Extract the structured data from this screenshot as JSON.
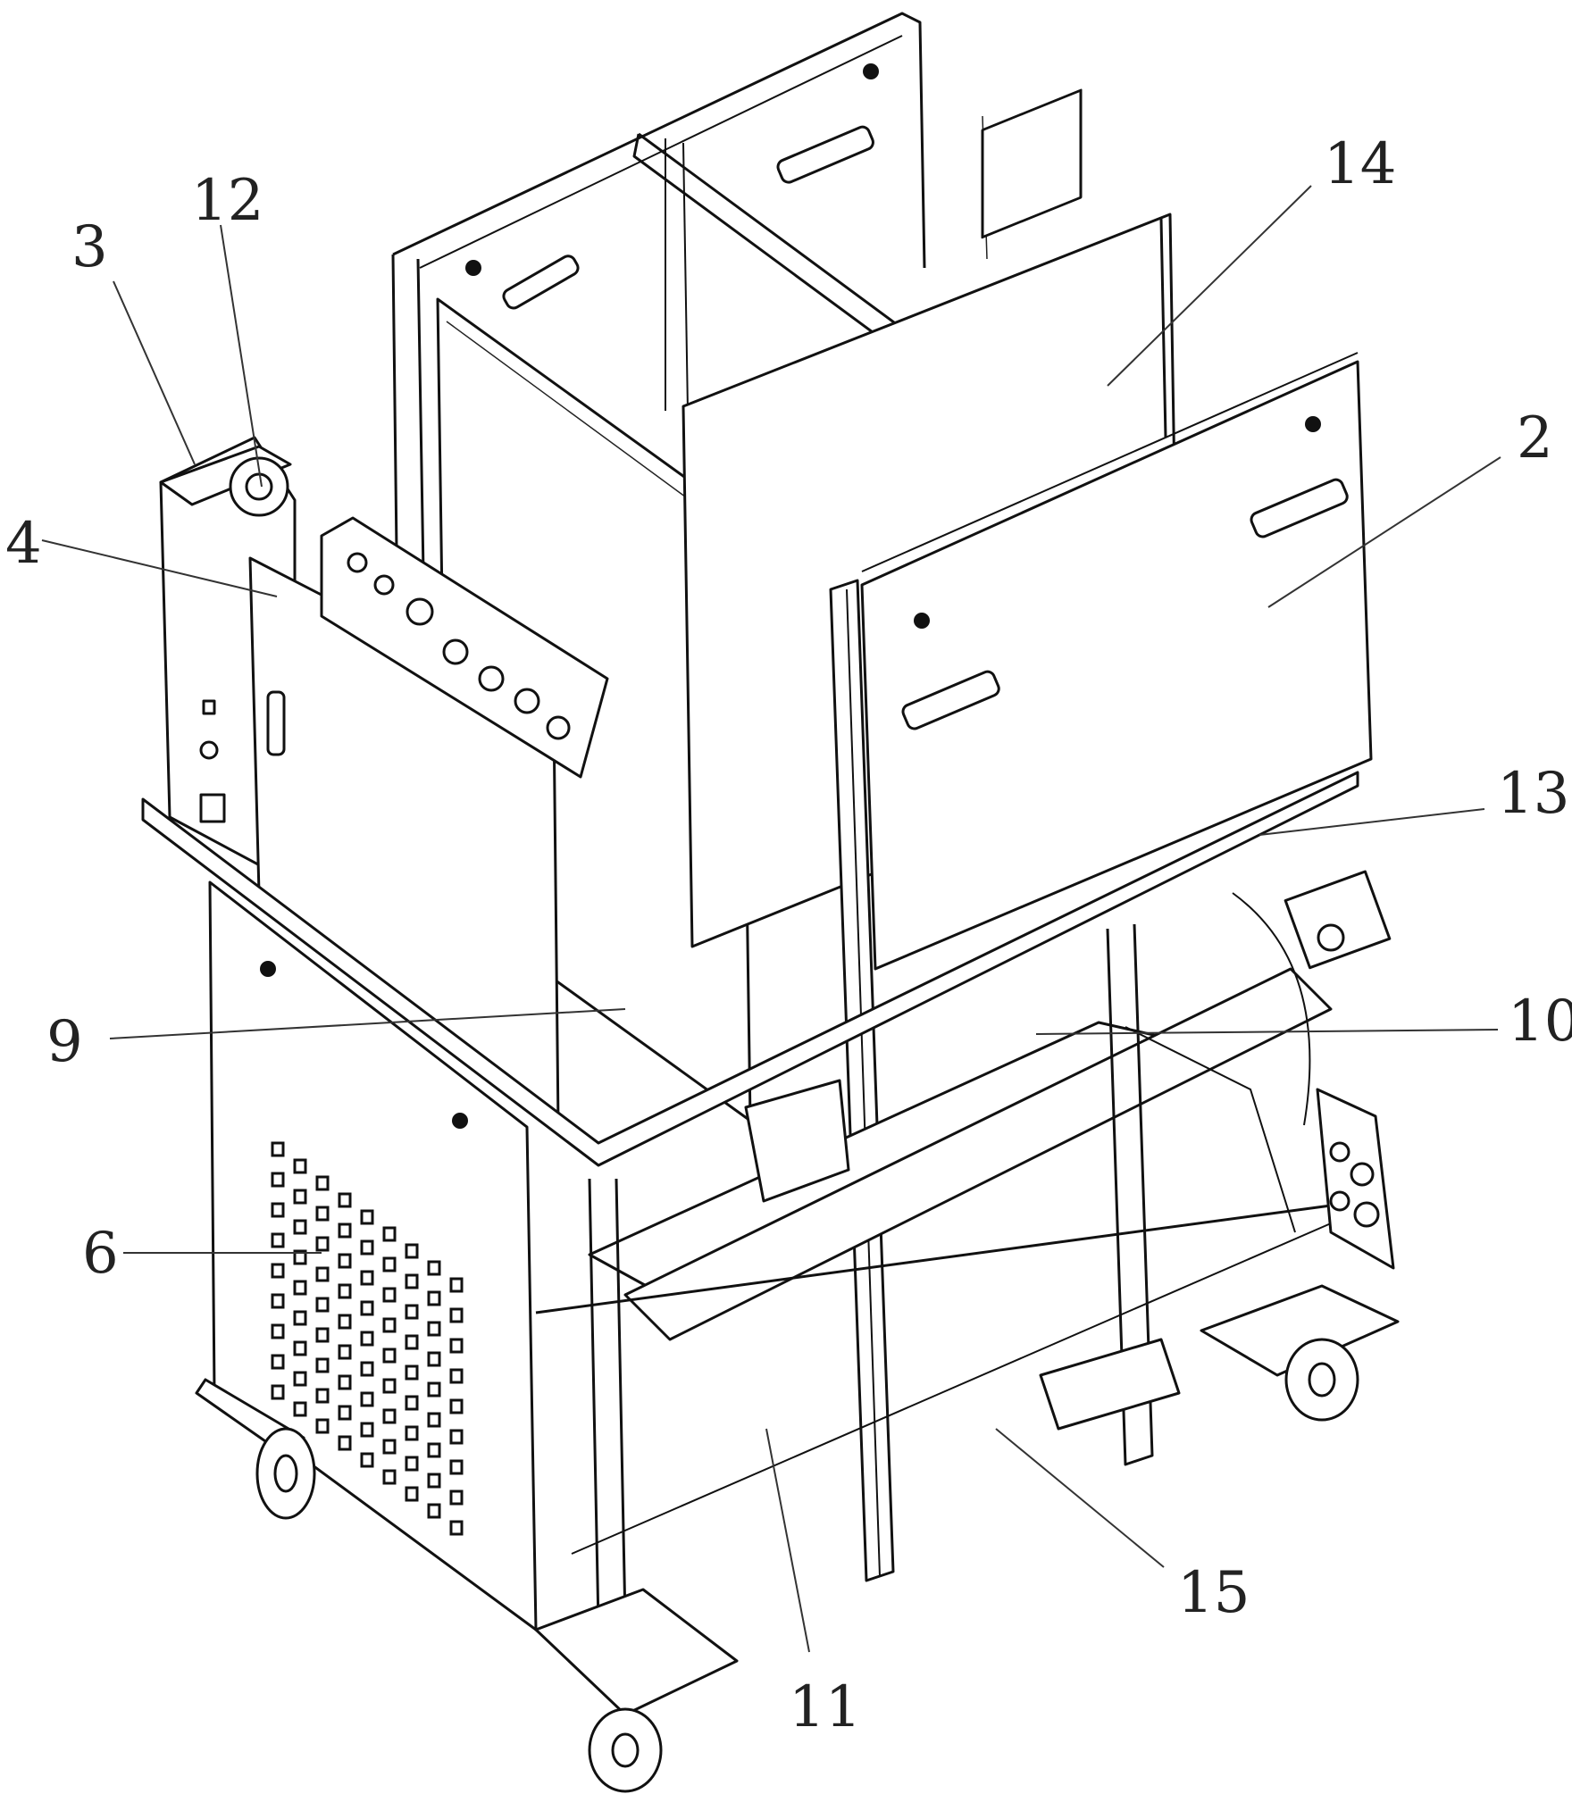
{
  "figure": {
    "description": "Isometric patent line drawing of a wheeled equipment cart with frame, panels and cabinets",
    "reference_labels": [
      {
        "id": "3",
        "text": "3",
        "part": "top-left-bracket"
      },
      {
        "id": "12",
        "text": "12",
        "part": "fan"
      },
      {
        "id": "4",
        "text": "4",
        "part": "side-cabinet"
      },
      {
        "id": "9",
        "text": "9",
        "part": "front-panel"
      },
      {
        "id": "6",
        "text": "6",
        "part": "vented-lower-cabinet"
      },
      {
        "id": "14",
        "text": "14",
        "part": "inner-plate"
      },
      {
        "id": "2",
        "text": "2",
        "part": "right-side-panel"
      },
      {
        "id": "13",
        "text": "13",
        "part": "top-rail"
      },
      {
        "id": "10",
        "text": "10",
        "part": "middle-shelf"
      },
      {
        "id": "11",
        "text": "11",
        "part": "bottom-shelf"
      },
      {
        "id": "15",
        "text": "15",
        "part": "support-bar"
      }
    ]
  }
}
